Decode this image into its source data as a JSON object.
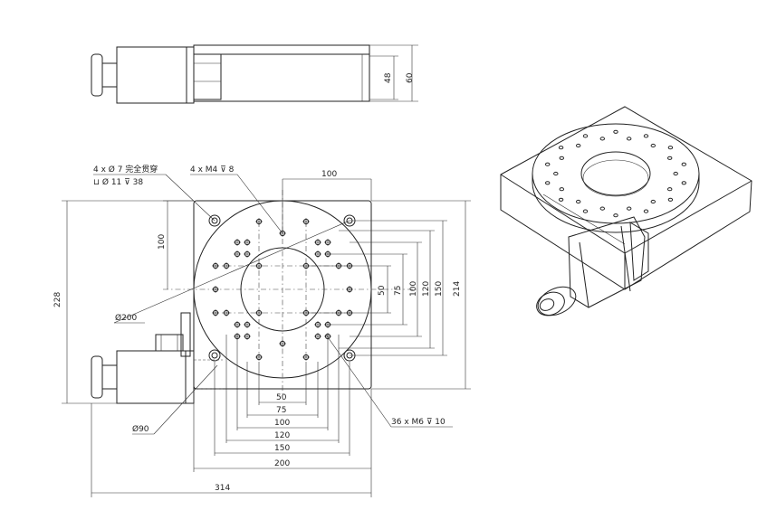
{
  "drawing": {
    "top_view": {
      "dim_48": "48",
      "dim_60": "60"
    },
    "plan_view": {
      "dim_width_top": "100",
      "dim_100_left": "100",
      "dim_228": "228",
      "dim_214": "214",
      "dim_50_v": "50",
      "dim_75_v": "75",
      "dim_100_v": "100",
      "dim_120_v": "120",
      "dim_150_v": "150",
      "dim_50_h": "50",
      "dim_75_h": "75",
      "dim_100_h": "100",
      "dim_120_h": "120",
      "dim_150_h": "150",
      "dim_200_h": "200",
      "dim_314": "314",
      "callout_through_holes_1": "4 x Ø 7 完全贯穿",
      "callout_through_holes_2": "⊔ Ø 11 ⊽ 38",
      "callout_m4": "4 x M4 ⊽ 8",
      "callout_d200": "Ø200",
      "callout_d90": "Ø90",
      "callout_m6": "36 x M6 ⊽ 10"
    }
  }
}
